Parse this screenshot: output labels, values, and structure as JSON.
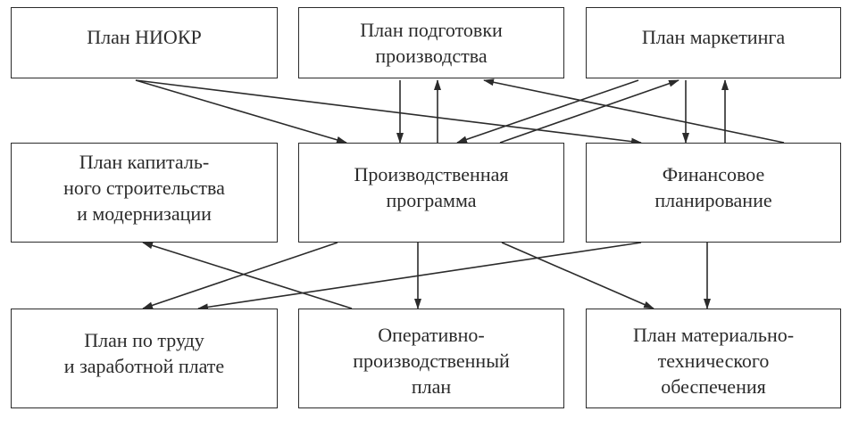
{
  "boxes": {
    "niokr": [
      "План НИОКР"
    ],
    "prep": [
      "План подготовки",
      "производства"
    ],
    "marketing": [
      "План маркетинга"
    ],
    "capital": [
      "План капиталь-",
      "ного строительства",
      "и модернизации"
    ],
    "program": [
      "Производственная",
      "программа"
    ],
    "finance": [
      "Финансовое",
      "планирование"
    ],
    "labor": [
      "План по труду",
      "и заработной плате"
    ],
    "operative": [
      "Оперативно-",
      "производственный",
      "план"
    ],
    "material": [
      "План материально-",
      "технического",
      "обеспечения"
    ]
  },
  "colors": {
    "line": "#2b2b2b",
    "background": "#ffffff"
  }
}
